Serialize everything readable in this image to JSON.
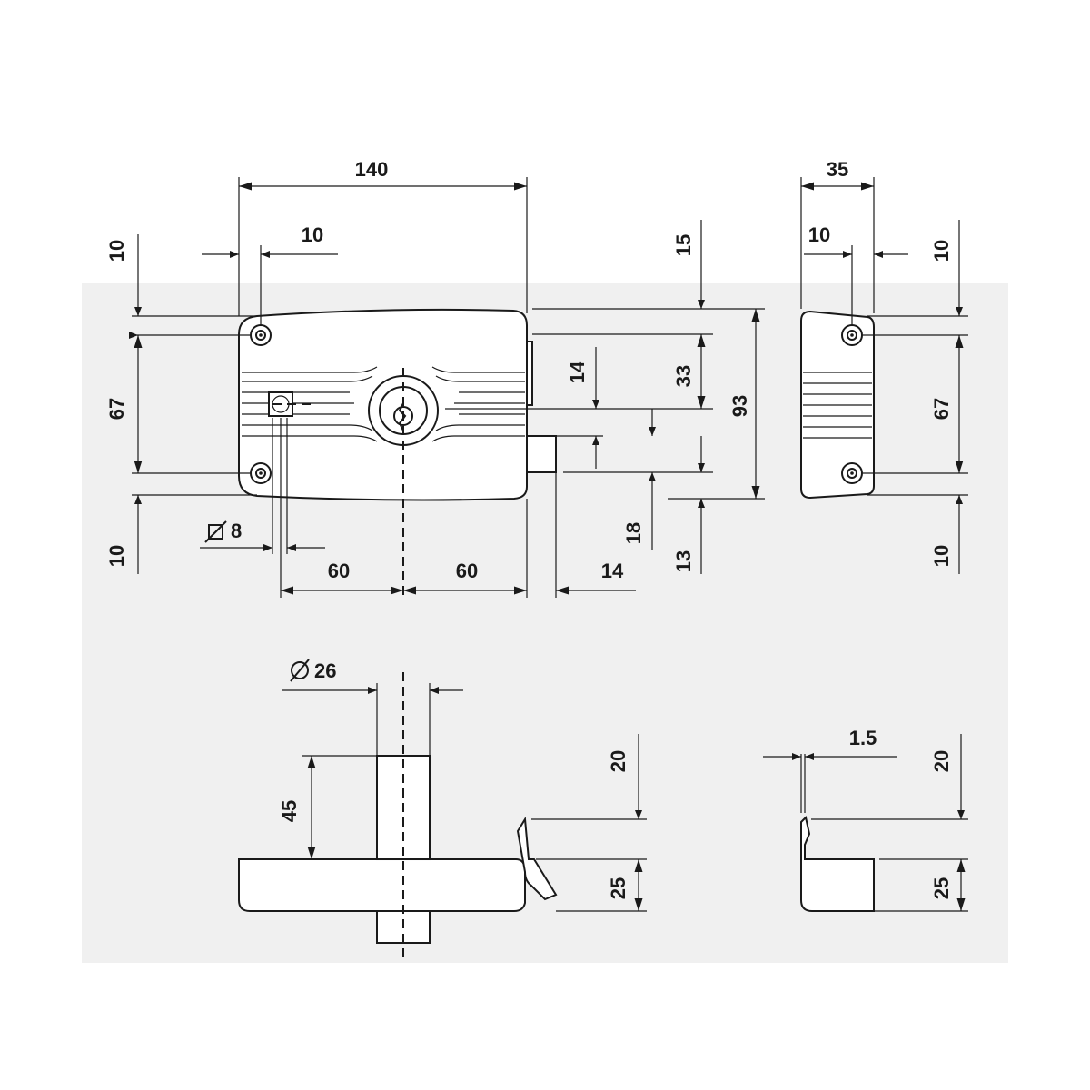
{
  "background_band_color": "#f0f0f0",
  "line_color": "#1a1a1a",
  "front_view": {
    "overall_width": "140",
    "hole_offset": "10",
    "top_margin": "10",
    "hole_spacing": "67",
    "bottom_margin": "10",
    "square_spindle": "8",
    "center_to_spindle": "60",
    "center_to_edge": "60",
    "bolt_projection": "14",
    "top_to_case": "15",
    "case_to_keyhole": "33",
    "overall_height": "93",
    "keyhole_to_bolt": "14",
    "bolt_height": "18",
    "bolt_to_bottom": "13"
  },
  "side_view": {
    "depth": "35",
    "hole_offset": "10",
    "top_margin": "10",
    "hole_spacing": "67",
    "bottom_margin": "10"
  },
  "bottom_view": {
    "cylinder_diameter": "26",
    "cylinder_length": "45",
    "latch_height": "20",
    "case_thickness": "25"
  },
  "side_bottom_view": {
    "plate_thickness": "1.5",
    "latch_height": "20",
    "case_thickness": "25"
  }
}
